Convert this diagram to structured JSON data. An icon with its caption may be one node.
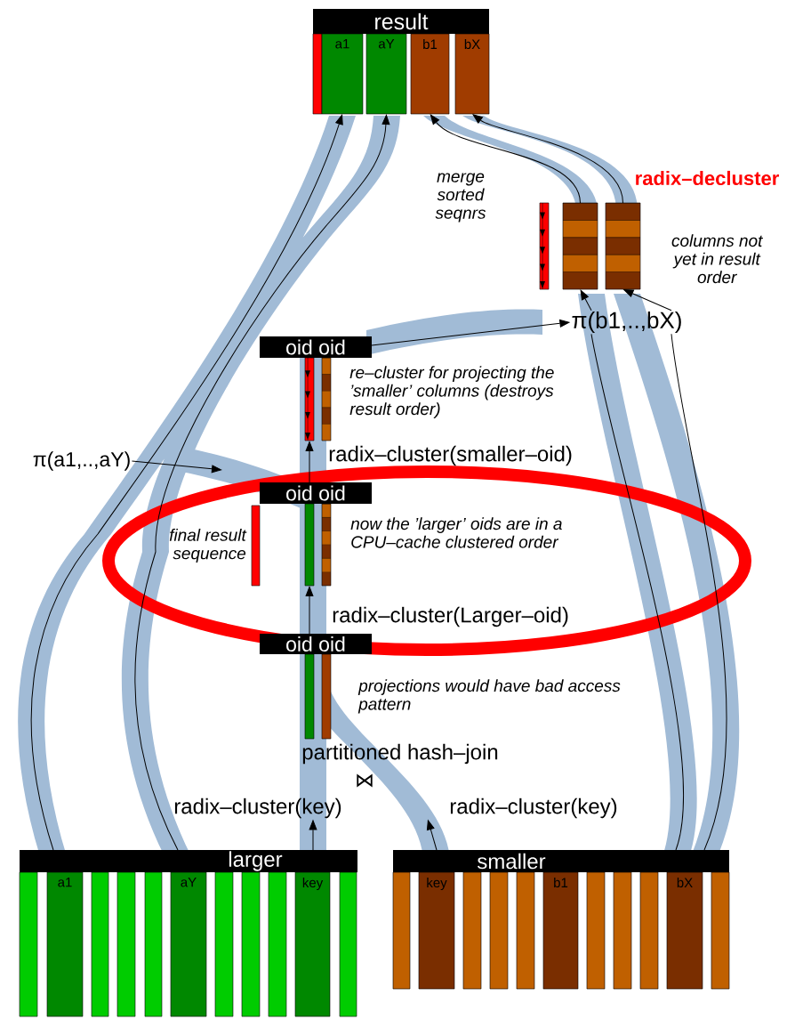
{
  "diagram": {
    "nodes": [
      {
        "text": [
          "result"
        ]
      },
      {
        "text": [],
        "shape": "bar"
      },
      {
        "text": [
          "a1"
        ]
      },
      {
        "text": [
          "aY"
        ]
      },
      {
        "text": [
          "b1"
        ]
      },
      {
        "text": [
          "bX"
        ]
      },
      {
        "text": [],
        "shape": "bar"
      },
      {
        "text": [],
        "shape": "bar"
      },
      {
        "text": [],
        "shape": "bar"
      },
      {
        "text": [
          "π(b1,..,bX)"
        ]
      },
      {
        "text": [
          "oid oid"
        ]
      },
      {
        "text": [],
        "shape": "bar"
      },
      {
        "text": [],
        "shape": "bar"
      },
      {
        "text": [
          "π(a1,..,aY)"
        ]
      },
      {
        "text": [],
        "shape": "bar",
        "beside": [
          "final result sequence"
        ]
      },
      {
        "text": [
          "oid oid"
        ]
      },
      {
        "text": [],
        "shape": "bar"
      },
      {
        "text": [],
        "shape": "bar"
      },
      {
        "text": [
          "oid oid"
        ]
      },
      {
        "text": [],
        "shape": "bar"
      },
      {
        "text": [],
        "shape": "bar"
      },
      {
        "text": [
          "radix–cluster(key)"
        ]
      },
      {
        "text": [
          "radix–cluster(key)"
        ]
      },
      {
        "text": [
          "larger"
        ]
      },
      {
        "text": [],
        "shape": "bar"
      },
      {
        "text": [
          "a1"
        ]
      },
      {
        "text": [],
        "shape": "bar"
      },
      {
        "text": [],
        "shape": "bar"
      },
      {
        "text": [],
        "shape": "bar"
      },
      {
        "text": [
          "aY"
        ]
      },
      {
        "text": [],
        "shape": "bar"
      },
      {
        "text": [],
        "shape": "bar"
      },
      {
        "text": [],
        "shape": "bar"
      },
      {
        "text": [
          "key"
        ]
      },
      {
        "text": [],
        "shape": "bar"
      },
      {
        "text": [
          "smaller"
        ]
      },
      {
        "text": [],
        "shape": "bar"
      },
      {
        "text": [
          "key"
        ]
      },
      {
        "text": [],
        "shape": "bar"
      },
      {
        "text": [],
        "shape": "bar"
      },
      {
        "text": [],
        "shape": "bar"
      },
      {
        "text": [
          "b1"
        ]
      },
      {
        "text": [],
        "shape": "bar"
      },
      {
        "text": [],
        "shape": "bar"
      },
      {
        "text": [],
        "shape": "bar"
      },
      {
        "text": [
          "bX"
        ]
      },
      {
        "text": [],
        "shape": "bar"
      }
    ],
    "edges": [
      {
        "from": 23,
        "to": 2,
        "arrow": "to"
      },
      {
        "from": 23,
        "to": 3,
        "arrow": "to"
      },
      {
        "from": 23,
        "to": 21,
        "arrow": "to"
      },
      {
        "from": 35,
        "to": 22,
        "arrow": "to"
      },
      {
        "from": 35,
        "to": 9,
        "arrow": "none"
      },
      {
        "from": 35,
        "to": 9,
        "arrow": "none"
      },
      {
        "from": 9,
        "to": 7,
        "arrow": "to"
      },
      {
        "from": 9,
        "to": 8,
        "arrow": "to"
      },
      {
        "from": 7,
        "to": 4,
        "arrow": "to"
      },
      {
        "from": 8,
        "to": 5,
        "arrow": "to"
      },
      {
        "from": 10,
        "to": 9,
        "arrow": "to"
      },
      {
        "from": 13,
        "to": null,
        "arrow": "to"
      },
      {
        "from": 18,
        "to": 16,
        "arrow": "to",
        "label": "radix–cluster(Larger–oid)"
      },
      {
        "from": 15,
        "to": 11,
        "arrow": "to",
        "label": "radix–cluster(smaller–oid)"
      }
    ],
    "labels": [
      "radix–decluster",
      "merge sorted seqnrs",
      "columns not yet in result order",
      "re–cluster for projecting the ’smaller’ columns (destroys result order)",
      "now the ’larger’ oids are in a CPU–cache clustered order",
      "projections would have bad access pattern",
      "partitioned hash–join",
      "⋈"
    ]
  }
}
